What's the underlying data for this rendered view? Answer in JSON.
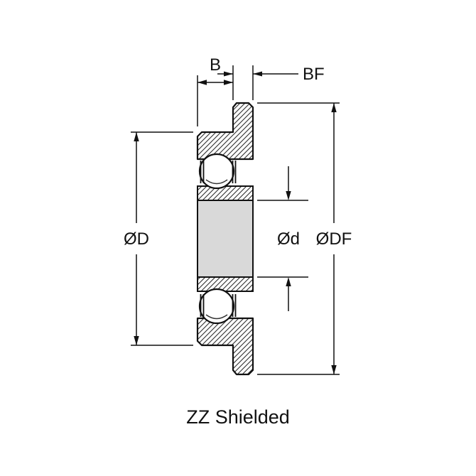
{
  "diagram": {
    "caption": "ZZ Shielded",
    "labels": {
      "width": "B",
      "flange_width": "BF",
      "outer_diameter": "ØD",
      "flange_diameter": "ØDF",
      "bore_diameter": "Ød"
    },
    "colors": {
      "line": "#111111",
      "hatch": "#2e2e2e",
      "bore_fill": "#d9d9d9",
      "background": "#ffffff"
    }
  }
}
